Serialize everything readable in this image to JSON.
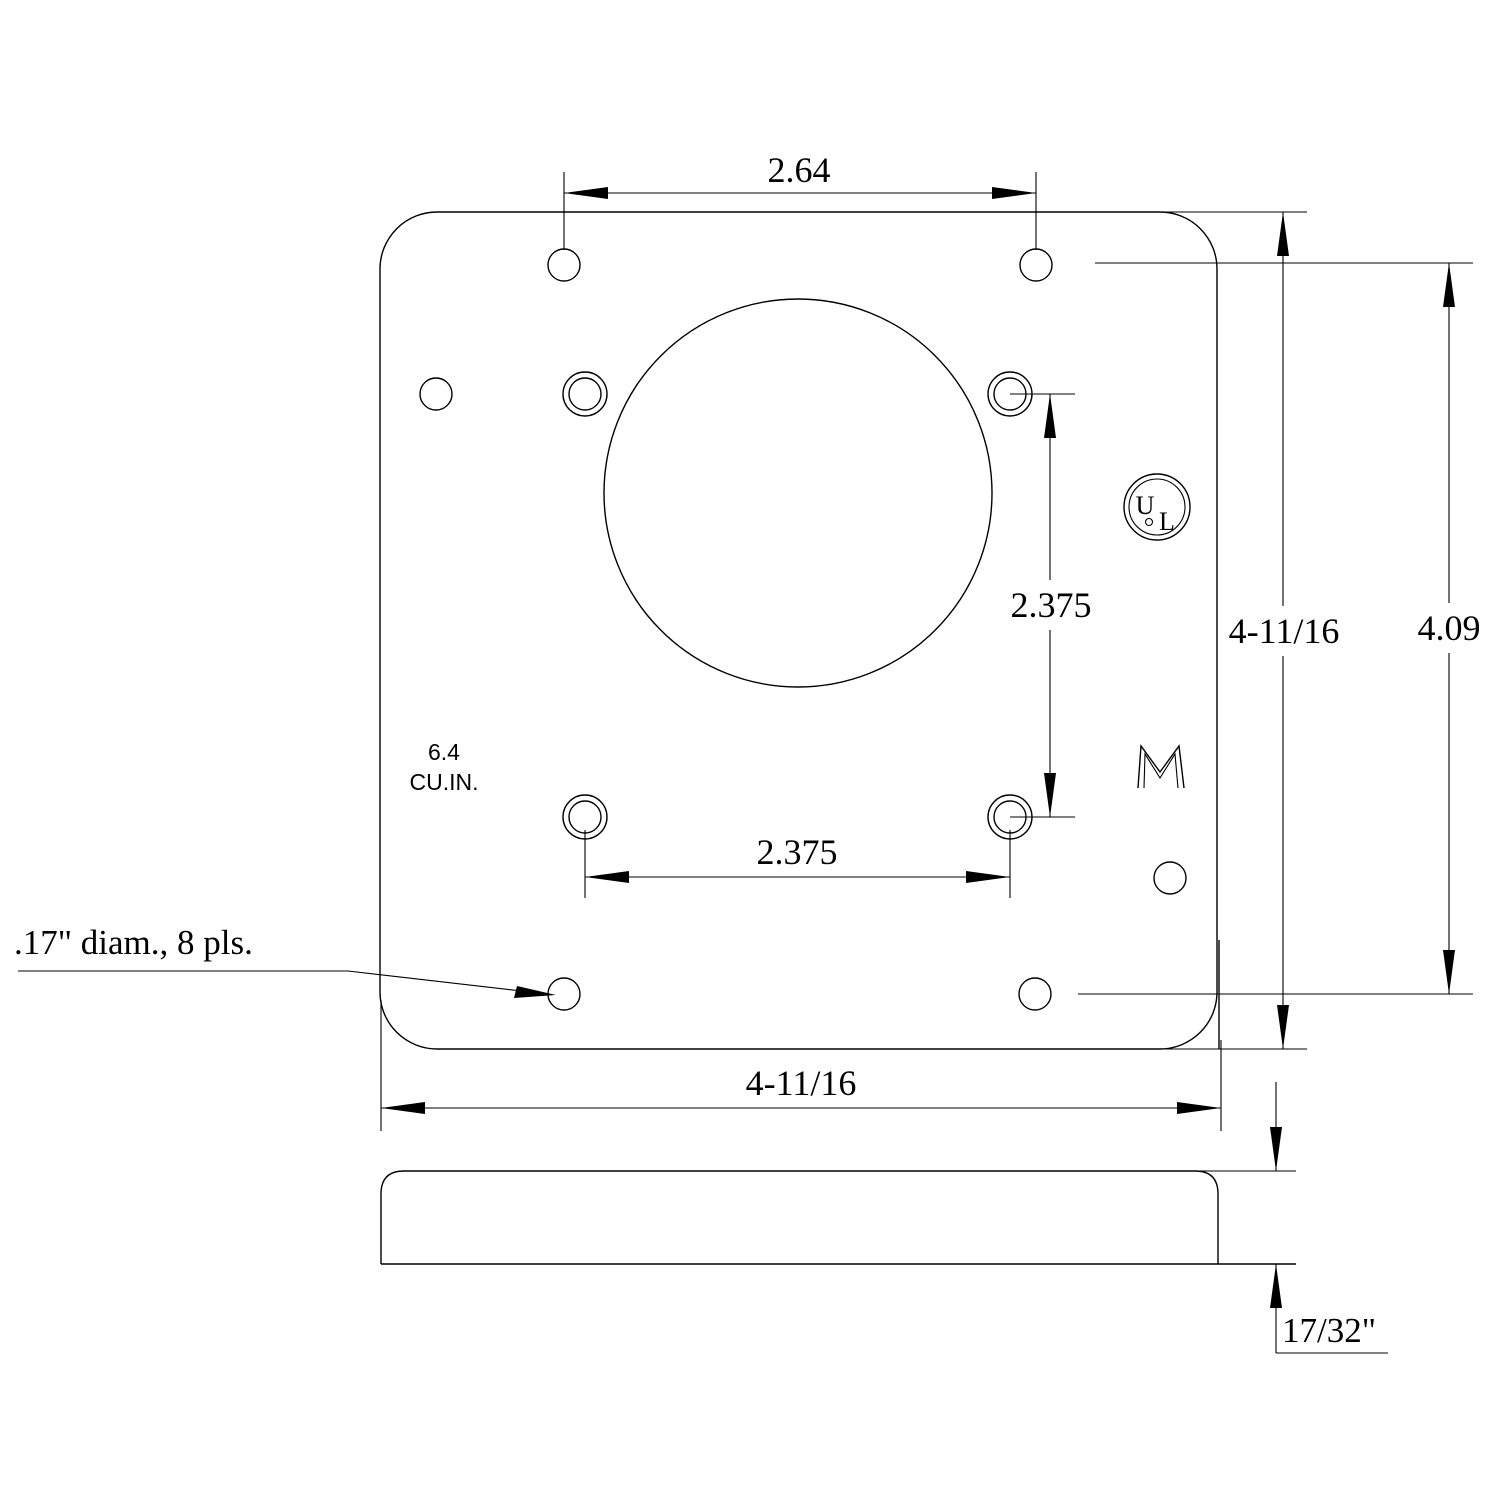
{
  "dimensions": {
    "top_hole_spacing": "2.64",
    "vertical_hole_spacing": "2.375",
    "horizontal_hole_spacing": "2.375",
    "plate_height": "4-11/16",
    "outer_hole_spacing_vertical": "4.09",
    "plate_width": "4-11/16",
    "thickness": "17/32\""
  },
  "callouts": {
    "hole_note": ".17\" diam., 8 pls.",
    "volume_value": "6.4",
    "volume_unit": "CU.IN."
  },
  "marks": {
    "ul_logo_letters": [
      "U",
      "L"
    ],
    "maker_mark": "M"
  }
}
